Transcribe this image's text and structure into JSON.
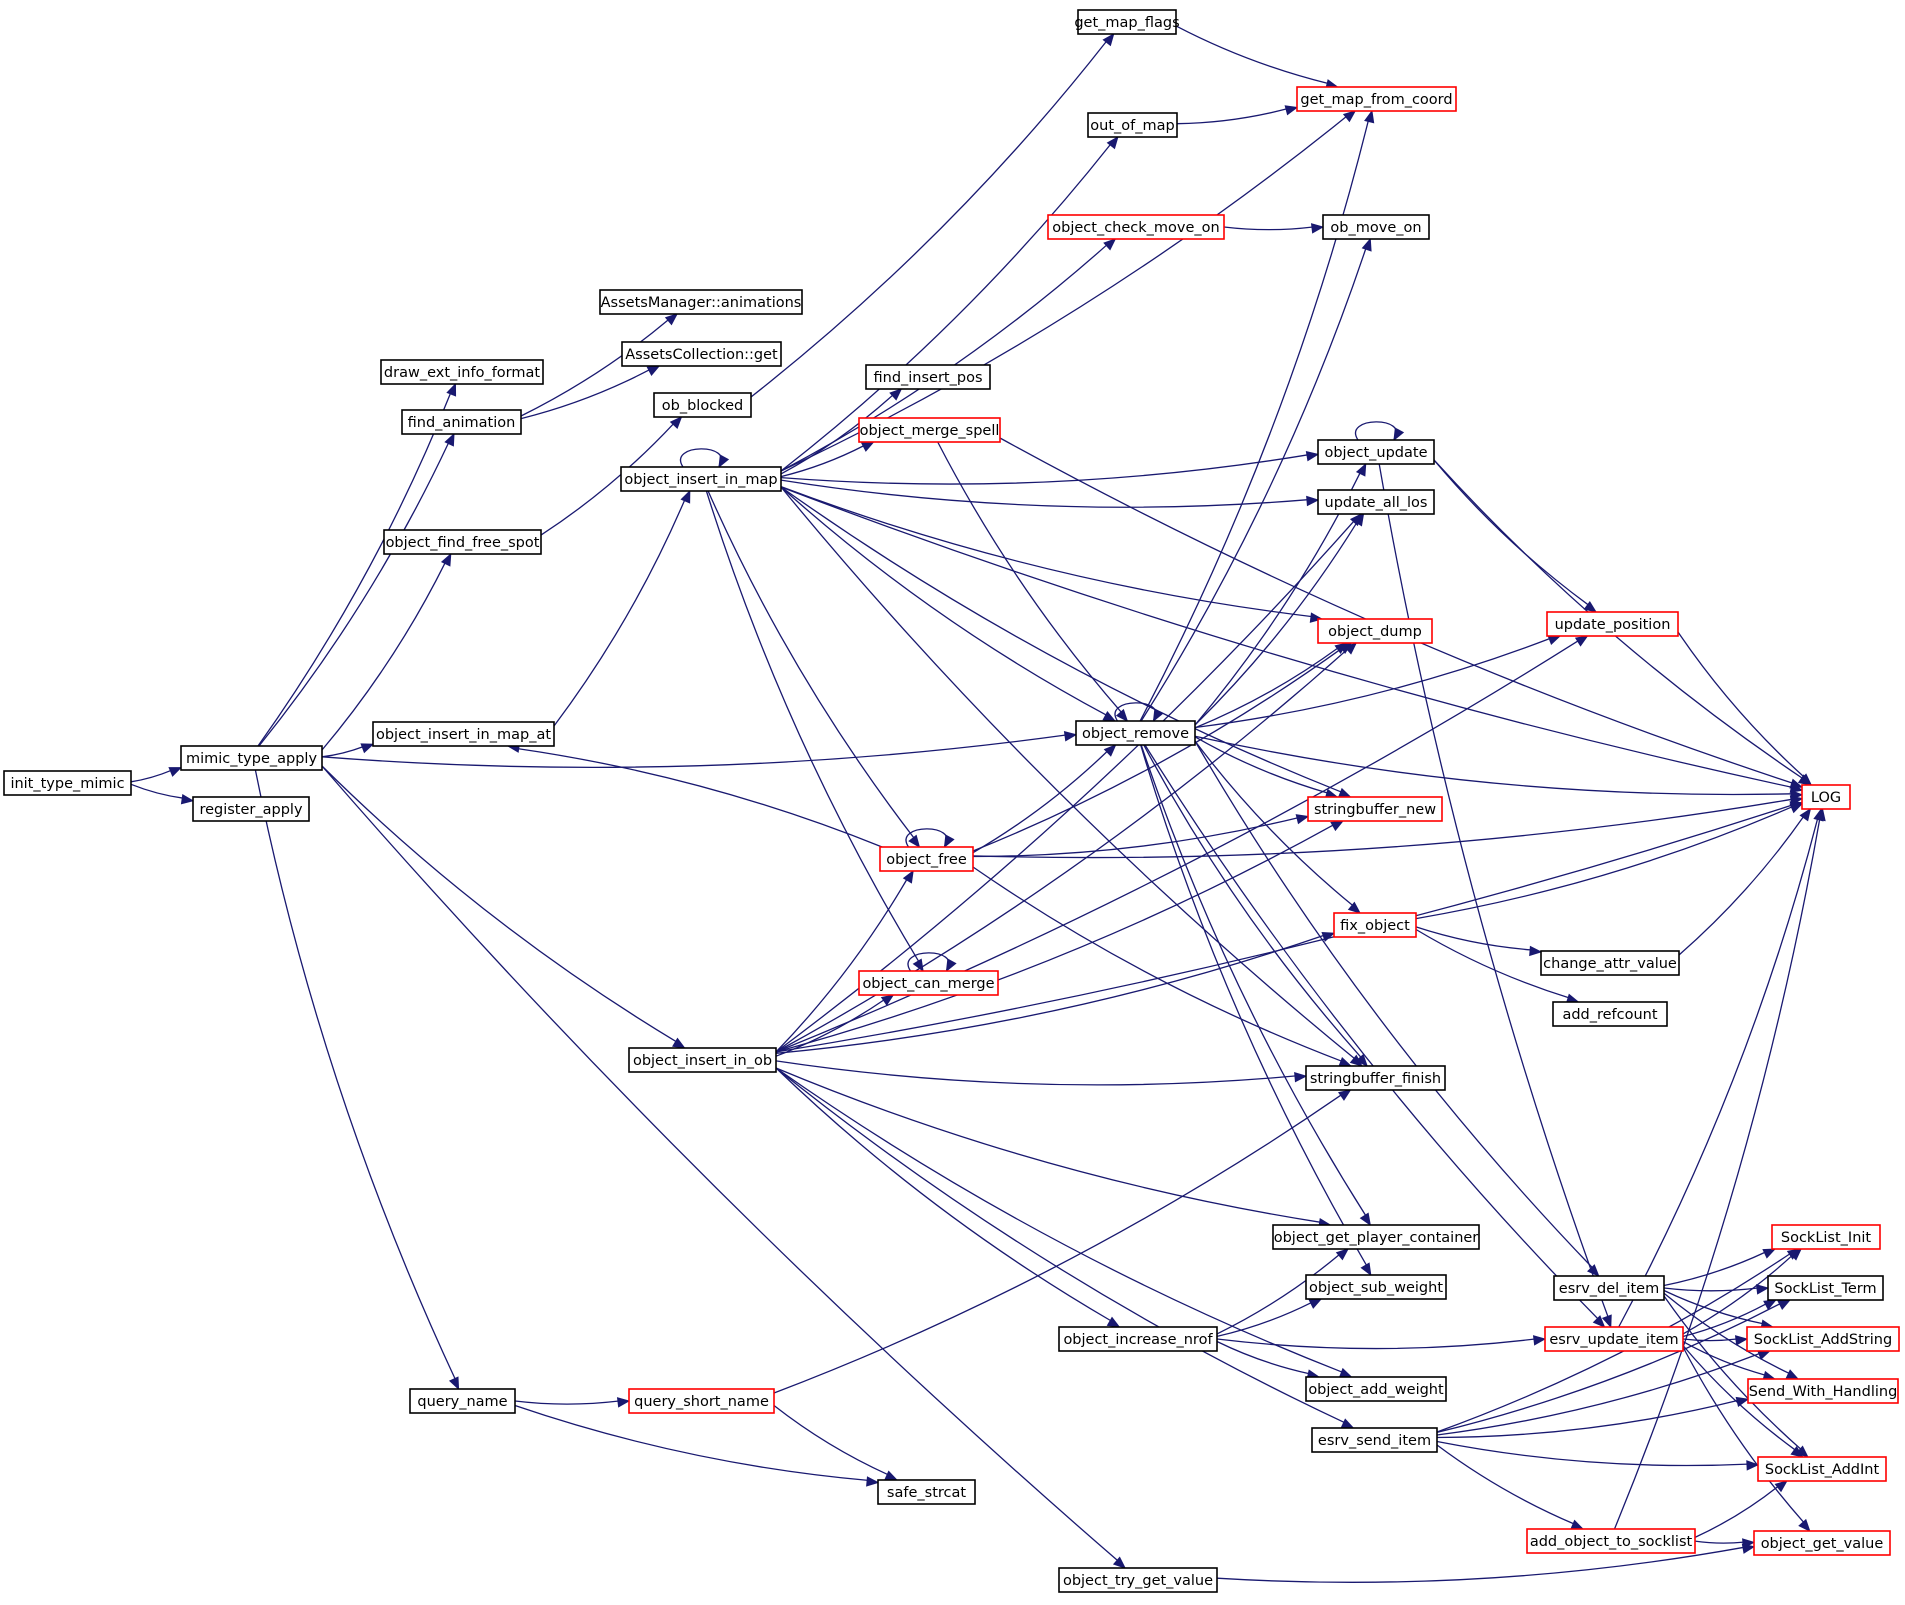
{
  "diagram": {
    "colors": {
      "edge": "#191970",
      "border_normal": "#000000",
      "border_truncated": "#ff0000",
      "root_fill": "#bfbfbf",
      "background": "#ffffff"
    },
    "nodes": [
      {
        "id": "init_type_mimic",
        "label": "init_type_mimic",
        "style": "root"
      },
      {
        "id": "mimic_type_apply",
        "label": "mimic_type_apply",
        "style": "normal"
      },
      {
        "id": "register_apply",
        "label": "register_apply",
        "style": "normal"
      },
      {
        "id": "draw_ext_info_format",
        "label": "draw_ext_info_format",
        "style": "normal"
      },
      {
        "id": "find_animation",
        "label": "find_animation",
        "style": "normal"
      },
      {
        "id": "object_find_free_spot",
        "label": "object_find_free_spot",
        "style": "normal"
      },
      {
        "id": "object_insert_in_map_at",
        "label": "object_insert_in_map_at",
        "style": "normal"
      },
      {
        "id": "query_name",
        "label": "query_name",
        "style": "normal"
      },
      {
        "id": "assets_animations",
        "label": "AssetsManager::animations",
        "style": "normal"
      },
      {
        "id": "assets_get",
        "label": "AssetsCollection::get",
        "style": "normal"
      },
      {
        "id": "ob_blocked",
        "label": "ob_blocked",
        "style": "normal"
      },
      {
        "id": "object_insert_in_map",
        "label": "object_insert_in_map",
        "style": "normal"
      },
      {
        "id": "object_insert_in_ob",
        "label": "object_insert_in_ob",
        "style": "normal"
      },
      {
        "id": "query_short_name",
        "label": "query_short_name",
        "style": "truncated"
      },
      {
        "id": "get_map_flags",
        "label": "get_map_flags",
        "style": "normal"
      },
      {
        "id": "out_of_map",
        "label": "out_of_map",
        "style": "normal"
      },
      {
        "id": "object_check_move_on",
        "label": "object_check_move_on",
        "style": "truncated"
      },
      {
        "id": "find_insert_pos",
        "label": "find_insert_pos",
        "style": "normal"
      },
      {
        "id": "object_merge_spell",
        "label": "object_merge_spell",
        "style": "truncated"
      },
      {
        "id": "object_remove",
        "label": "object_remove",
        "style": "normal"
      },
      {
        "id": "object_free",
        "label": "object_free",
        "style": "truncated"
      },
      {
        "id": "object_can_merge",
        "label": "object_can_merge",
        "style": "truncated"
      },
      {
        "id": "object_increase_nrof",
        "label": "object_increase_nrof",
        "style": "normal"
      },
      {
        "id": "safe_strcat",
        "label": "safe_strcat",
        "style": "normal"
      },
      {
        "id": "object_try_get_value",
        "label": "object_try_get_value",
        "style": "normal"
      },
      {
        "id": "get_map_from_coord",
        "label": "get_map_from_coord",
        "style": "truncated"
      },
      {
        "id": "ob_move_on",
        "label": "ob_move_on",
        "style": "normal"
      },
      {
        "id": "object_update",
        "label": "object_update",
        "style": "normal"
      },
      {
        "id": "update_all_los",
        "label": "update_all_los",
        "style": "normal"
      },
      {
        "id": "object_dump",
        "label": "object_dump",
        "style": "truncated"
      },
      {
        "id": "stringbuffer_new",
        "label": "stringbuffer_new",
        "style": "truncated"
      },
      {
        "id": "fix_object",
        "label": "fix_object",
        "style": "truncated"
      },
      {
        "id": "stringbuffer_finish",
        "label": "stringbuffer_finish",
        "style": "normal"
      },
      {
        "id": "object_get_player_container",
        "label": "object_get_player_container",
        "style": "normal"
      },
      {
        "id": "object_sub_weight",
        "label": "object_sub_weight",
        "style": "normal"
      },
      {
        "id": "object_add_weight",
        "label": "object_add_weight",
        "style": "normal"
      },
      {
        "id": "esrv_send_item",
        "label": "esrv_send_item",
        "style": "normal"
      },
      {
        "id": "update_position",
        "label": "update_position",
        "style": "truncated"
      },
      {
        "id": "LOG",
        "label": "LOG",
        "style": "truncated"
      },
      {
        "id": "change_attr_value",
        "label": "change_attr_value",
        "style": "normal"
      },
      {
        "id": "add_refcount",
        "label": "add_refcount",
        "style": "normal"
      },
      {
        "id": "esrv_del_item",
        "label": "esrv_del_item",
        "style": "normal"
      },
      {
        "id": "esrv_update_item",
        "label": "esrv_update_item",
        "style": "truncated"
      },
      {
        "id": "add_object_to_socklist",
        "label": "add_object_to_socklist",
        "style": "truncated"
      },
      {
        "id": "SockList_Init",
        "label": "SockList_Init",
        "style": "truncated"
      },
      {
        "id": "SockList_Term",
        "label": "SockList_Term",
        "style": "normal"
      },
      {
        "id": "SockList_AddString",
        "label": "SockList_AddString",
        "style": "truncated"
      },
      {
        "id": "Send_With_Handling",
        "label": "Send_With_Handling",
        "style": "truncated"
      },
      {
        "id": "SockList_AddInt",
        "label": "SockList_AddInt",
        "style": "truncated"
      },
      {
        "id": "object_get_value",
        "label": "object_get_value",
        "style": "truncated"
      }
    ],
    "edges": [
      [
        "init_type_mimic",
        "mimic_type_apply"
      ],
      [
        "init_type_mimic",
        "register_apply"
      ],
      [
        "mimic_type_apply",
        "draw_ext_info_format"
      ],
      [
        "mimic_type_apply",
        "find_animation"
      ],
      [
        "mimic_type_apply",
        "object_find_free_spot"
      ],
      [
        "mimic_type_apply",
        "object_insert_in_map_at"
      ],
      [
        "mimic_type_apply",
        "object_remove"
      ],
      [
        "mimic_type_apply",
        "object_insert_in_ob"
      ],
      [
        "mimic_type_apply",
        "query_name"
      ],
      [
        "mimic_type_apply",
        "object_try_get_value"
      ],
      [
        "find_animation",
        "assets_animations"
      ],
      [
        "find_animation",
        "assets_get"
      ],
      [
        "object_find_free_spot",
        "ob_blocked"
      ],
      [
        "object_insert_in_map_at",
        "object_insert_in_map"
      ],
      [
        "ob_blocked",
        "get_map_flags"
      ],
      [
        "object_insert_in_map",
        "object_insert_in_map"
      ],
      [
        "object_insert_in_map",
        "get_map_from_coord"
      ],
      [
        "object_insert_in_map",
        "out_of_map"
      ],
      [
        "object_insert_in_map",
        "LOG"
      ],
      [
        "object_insert_in_map",
        "object_check_move_on"
      ],
      [
        "object_insert_in_map",
        "object_update"
      ],
      [
        "object_insert_in_map",
        "update_all_los"
      ],
      [
        "object_insert_in_map",
        "find_insert_pos"
      ],
      [
        "object_insert_in_map",
        "object_merge_spell"
      ],
      [
        "object_insert_in_map",
        "object_dump"
      ],
      [
        "object_insert_in_map",
        "object_remove"
      ],
      [
        "object_insert_in_map",
        "stringbuffer_new"
      ],
      [
        "object_insert_in_map",
        "object_free"
      ],
      [
        "object_insert_in_map",
        "object_can_merge"
      ],
      [
        "object_insert_in_map",
        "stringbuffer_finish"
      ],
      [
        "get_map_flags",
        "get_map_from_coord"
      ],
      [
        "out_of_map",
        "get_map_from_coord"
      ],
      [
        "object_check_move_on",
        "ob_move_on"
      ],
      [
        "object_merge_spell",
        "LOG"
      ],
      [
        "object_merge_spell",
        "object_remove"
      ],
      [
        "object_remove",
        "object_remove"
      ],
      [
        "object_remove",
        "get_map_from_coord"
      ],
      [
        "object_remove",
        "ob_move_on"
      ],
      [
        "object_remove",
        "object_update"
      ],
      [
        "object_remove",
        "update_all_los"
      ],
      [
        "object_remove",
        "object_dump"
      ],
      [
        "object_remove",
        "update_position"
      ],
      [
        "object_remove",
        "LOG"
      ],
      [
        "object_remove",
        "stringbuffer_new"
      ],
      [
        "object_remove",
        "fix_object"
      ],
      [
        "object_remove",
        "stringbuffer_finish"
      ],
      [
        "object_remove",
        "object_get_player_container"
      ],
      [
        "object_remove",
        "object_sub_weight"
      ],
      [
        "object_remove",
        "esrv_del_item"
      ],
      [
        "object_remove",
        "esrv_update_item"
      ],
      [
        "object_free",
        "object_free"
      ],
      [
        "object_free",
        "object_insert_in_map_at"
      ],
      [
        "object_free",
        "object_dump"
      ],
      [
        "object_free",
        "object_remove"
      ],
      [
        "object_free",
        "stringbuffer_new"
      ],
      [
        "object_free",
        "LOG"
      ],
      [
        "object_free",
        "stringbuffer_finish"
      ],
      [
        "object_can_merge",
        "object_can_merge"
      ],
      [
        "object_insert_in_ob",
        "update_all_los"
      ],
      [
        "object_insert_in_ob",
        "update_position"
      ],
      [
        "object_insert_in_ob",
        "object_dump"
      ],
      [
        "object_insert_in_ob",
        "object_free"
      ],
      [
        "object_insert_in_ob",
        "object_can_merge"
      ],
      [
        "object_insert_in_ob",
        "stringbuffer_new"
      ],
      [
        "object_insert_in_ob",
        "fix_object"
      ],
      [
        "object_insert_in_ob",
        "stringbuffer_finish"
      ],
      [
        "object_insert_in_ob",
        "LOG"
      ],
      [
        "object_insert_in_ob",
        "object_get_player_container"
      ],
      [
        "object_insert_in_ob",
        "object_increase_nrof"
      ],
      [
        "object_insert_in_ob",
        "object_add_weight"
      ],
      [
        "object_insert_in_ob",
        "esrv_send_item"
      ],
      [
        "object_update",
        "object_update"
      ],
      [
        "object_update",
        "update_position"
      ],
      [
        "object_update",
        "LOG"
      ],
      [
        "object_update",
        "esrv_update_item"
      ],
      [
        "update_position",
        "LOG"
      ],
      [
        "fix_object",
        "LOG"
      ],
      [
        "fix_object",
        "change_attr_value"
      ],
      [
        "fix_object",
        "add_refcount"
      ],
      [
        "change_attr_value",
        "LOG"
      ],
      [
        "object_increase_nrof",
        "object_get_player_container"
      ],
      [
        "object_increase_nrof",
        "object_sub_weight"
      ],
      [
        "object_increase_nrof",
        "esrv_update_item"
      ],
      [
        "object_increase_nrof",
        "object_add_weight"
      ],
      [
        "query_name",
        "query_short_name"
      ],
      [
        "query_name",
        "safe_strcat"
      ],
      [
        "query_short_name",
        "stringbuffer_finish"
      ],
      [
        "query_short_name",
        "safe_strcat"
      ],
      [
        "object_try_get_value",
        "object_get_value"
      ],
      [
        "esrv_del_item",
        "SockList_Init"
      ],
      [
        "esrv_del_item",
        "SockList_Term"
      ],
      [
        "esrv_del_item",
        "SockList_AddString"
      ],
      [
        "esrv_del_item",
        "Send_With_Handling"
      ],
      [
        "esrv_del_item",
        "SockList_AddInt"
      ],
      [
        "esrv_update_item",
        "SockList_Init"
      ],
      [
        "esrv_update_item",
        "SockList_Term"
      ],
      [
        "esrv_update_item",
        "SockList_AddString"
      ],
      [
        "esrv_update_item",
        "Send_With_Handling"
      ],
      [
        "esrv_update_item",
        "SockList_AddInt"
      ],
      [
        "esrv_update_item",
        "object_get_value"
      ],
      [
        "esrv_update_item",
        "LOG"
      ],
      [
        "esrv_send_item",
        "SockList_Init"
      ],
      [
        "esrv_send_item",
        "SockList_Term"
      ],
      [
        "esrv_send_item",
        "SockList_AddString"
      ],
      [
        "esrv_send_item",
        "Send_With_Handling"
      ],
      [
        "esrv_send_item",
        "SockList_AddInt"
      ],
      [
        "esrv_send_item",
        "add_object_to_socklist"
      ],
      [
        "add_object_to_socklist",
        "LOG"
      ],
      [
        "add_object_to_socklist",
        "SockList_AddInt"
      ],
      [
        "add_object_to_socklist",
        "object_get_value"
      ]
    ]
  }
}
